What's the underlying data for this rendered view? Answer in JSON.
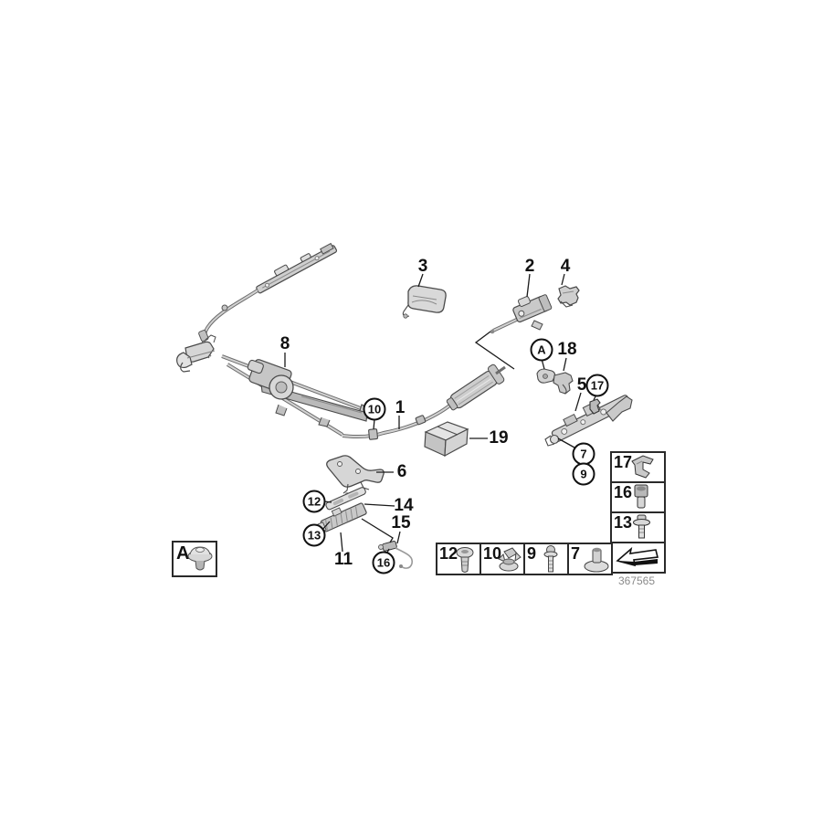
{
  "colors": {
    "background": "#ffffff",
    "line": "#1a1a1a",
    "part_fill": "#d8d8d8",
    "part_stroke": "#4a4a4a",
    "cable_light": "#d2d2d2",
    "cable_dark": "#6d6d6d",
    "doc_number_text": "#8b8b8b"
  },
  "callouts": {
    "plain": {
      "p1": "1",
      "p2": "2",
      "p3": "3",
      "p4": "4",
      "p5": "5",
      "p6": "6",
      "p8": "8",
      "p11": "11",
      "p14": "14",
      "p15": "15",
      "p18": "18",
      "p19": "19"
    },
    "circled": {
      "cA": "A",
      "c7": "7",
      "c9": "9",
      "c10": "10",
      "c12": "12",
      "c13": "13",
      "c16": "16",
      "c17": "17"
    }
  },
  "legend": {
    "box_a": {
      "label": "A",
      "icon": "plastic-rivet-icon"
    },
    "right_column": [
      {
        "num": "17",
        "icon": "corner-bracket-icon"
      },
      {
        "num": "16",
        "icon": "socket-bolt-icon"
      },
      {
        "num": "13",
        "icon": "flange-bolt-icon"
      },
      {
        "num": "",
        "icon": "direction-arrow-icon"
      }
    ],
    "bottom_row": [
      {
        "num": "12",
        "icon": "pan-head-screw-icon"
      },
      {
        "num": "10",
        "icon": "expansion-rivet-icon"
      },
      {
        "num": "9",
        "icon": "flange-screw-icon"
      },
      {
        "num": "7",
        "icon": "grommet-nut-icon"
      }
    ]
  },
  "footer": {
    "doc_number": "367565"
  }
}
